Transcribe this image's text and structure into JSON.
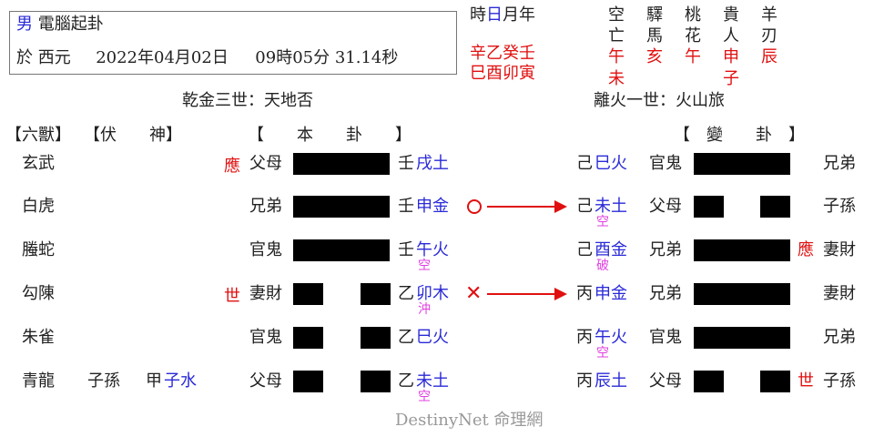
{
  "header": {
    "gender": "男",
    "title": "電腦起卦",
    "date_prefix": "於 西元",
    "date": "2022年04月02日",
    "time": "09時05分 31.14秒"
  },
  "calendar": {
    "label_prefix": "時",
    "label_mid": "日",
    "label_suffix": "月年",
    "stems": "辛乙癸壬",
    "branches": "巳酉卯寅"
  },
  "shensha": {
    "headers": [
      "空",
      "驛",
      "桃",
      "貴",
      "羊"
    ],
    "row2": [
      "亡",
      "馬",
      "花",
      "人",
      "刃"
    ],
    "row3": [
      "午",
      "亥",
      "午",
      "申",
      "辰"
    ],
    "row4": [
      "未",
      "子"
    ]
  },
  "gua": {
    "main_name": "乾金三世：天地否",
    "changed_name": "離火一世：火山旅"
  },
  "column_headers": {
    "liushou": "【六獸】",
    "fushen": "【伏　　神】",
    "bengua": "【　　本　　卦　　】",
    "biangua": "【　變　　卦　】"
  },
  "lines": [
    {
      "beast": "玄武",
      "fushen_rel": "",
      "fushen_stem": "",
      "fushen_branch": "",
      "mark": "應",
      "rel": "父母",
      "yang": true,
      "stem": "壬",
      "branch": "戌土",
      "sub": "",
      "move": "",
      "c_stem": "己",
      "c_branch": "巳火",
      "c_sub": "",
      "c_rel": "官鬼",
      "c_yang": true,
      "c_mark": "",
      "c_tag": "兄弟"
    },
    {
      "beast": "白虎",
      "fushen_rel": "",
      "fushen_stem": "",
      "fushen_branch": "",
      "mark": "",
      "rel": "兄弟",
      "yang": true,
      "stem": "壬",
      "branch": "申金",
      "sub": "",
      "move": "circle",
      "c_stem": "己",
      "c_branch": "未土",
      "c_sub": "空",
      "c_rel": "父母",
      "c_yang": false,
      "c_mark": "",
      "c_tag": "子孫"
    },
    {
      "beast": "螣蛇",
      "fushen_rel": "",
      "fushen_stem": "",
      "fushen_branch": "",
      "mark": "",
      "rel": "官鬼",
      "yang": true,
      "stem": "壬",
      "branch": "午火",
      "sub": "空",
      "move": "",
      "c_stem": "己",
      "c_branch": "酉金",
      "c_sub": "破",
      "c_rel": "兄弟",
      "c_yang": true,
      "c_mark": "應",
      "c_tag": "妻財"
    },
    {
      "beast": "勾陳",
      "fushen_rel": "",
      "fushen_stem": "",
      "fushen_branch": "",
      "mark": "世",
      "rel": "妻財",
      "yang": false,
      "stem": "乙",
      "branch": "卯木",
      "sub": "沖",
      "move": "cross",
      "c_stem": "丙",
      "c_branch": "申金",
      "c_sub": "",
      "c_rel": "兄弟",
      "c_yang": true,
      "c_mark": "",
      "c_tag": "妻財"
    },
    {
      "beast": "朱雀",
      "fushen_rel": "",
      "fushen_stem": "",
      "fushen_branch": "",
      "mark": "",
      "rel": "官鬼",
      "yang": false,
      "stem": "乙",
      "branch": "巳火",
      "sub": "",
      "move": "",
      "c_stem": "丙",
      "c_branch": "午火",
      "c_sub": "空",
      "c_rel": "官鬼",
      "c_yang": true,
      "c_mark": "",
      "c_tag": "兄弟"
    },
    {
      "beast": "青龍",
      "fushen_rel": "子孫",
      "fushen_stem": "甲",
      "fushen_branch": "子水",
      "mark": "",
      "rel": "父母",
      "yang": false,
      "stem": "乙",
      "branch": "未土",
      "sub": "空",
      "move": "",
      "c_stem": "丙",
      "c_branch": "辰土",
      "c_sub": "",
      "c_rel": "父母",
      "c_yang": false,
      "c_mark": "世",
      "c_tag": "子孫"
    }
  ],
  "footer": "DestinyNet 命理網",
  "colors": {
    "accent_red": "#e01010",
    "branch_blue": "#2a2ad8",
    "sub_pink": "#e040e0"
  }
}
